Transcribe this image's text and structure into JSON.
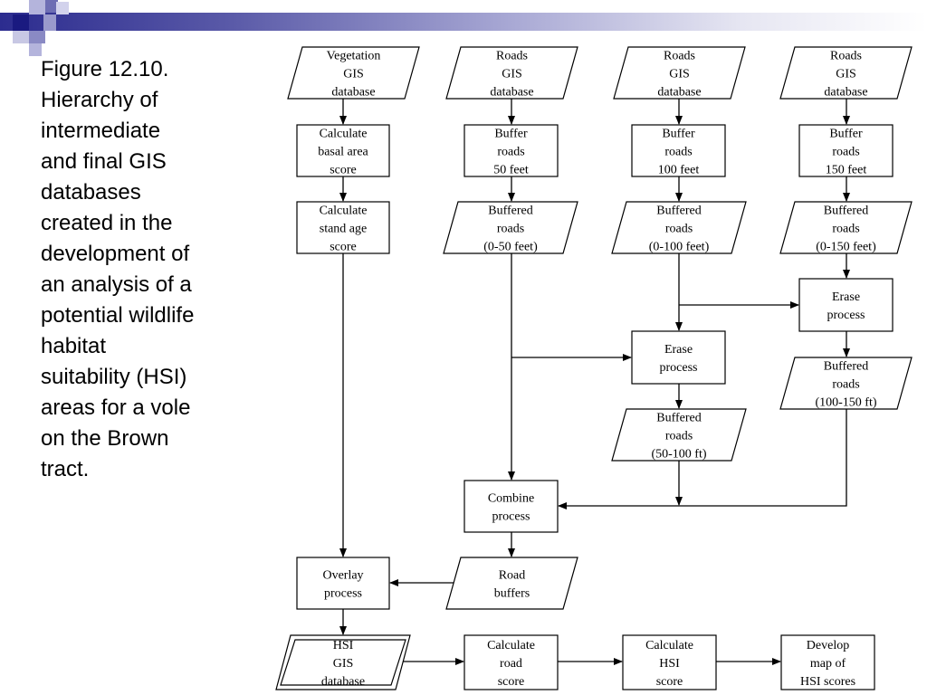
{
  "caption": "Figure 12.10. Hierarchy of intermediate and final GIS databases created in the development of an analysis of a potential wildlife habitat suitability (HSI) areas for a vole on the Brown tract.",
  "colors": {
    "bullet_dark": "#1a1a80",
    "bullet_mid": "#6e6eb4",
    "bullet_light": "#b4b4dc",
    "header_gradient_start": "#2c2c8f",
    "diagram_stroke": "#000000"
  },
  "flowchart": {
    "nodes": [
      {
        "id": "veg-db",
        "kind": "data",
        "lines": [
          "Vegetation",
          "GIS",
          "database"
        ]
      },
      {
        "id": "roads-db-1",
        "kind": "data",
        "lines": [
          "Roads",
          "GIS",
          "database"
        ]
      },
      {
        "id": "roads-db-2",
        "kind": "data",
        "lines": [
          "Roads",
          "GIS",
          "database"
        ]
      },
      {
        "id": "roads-db-3",
        "kind": "data",
        "lines": [
          "Roads",
          "GIS",
          "database"
        ]
      },
      {
        "id": "basal-area",
        "kind": "process",
        "lines": [
          "Calculate",
          "basal area",
          "score"
        ]
      },
      {
        "id": "buffer-50",
        "kind": "process",
        "lines": [
          "Buffer",
          "roads",
          "50 feet"
        ]
      },
      {
        "id": "buffer-100",
        "kind": "process",
        "lines": [
          "Buffer",
          "roads",
          "100 feet"
        ]
      },
      {
        "id": "buffer-150",
        "kind": "process",
        "lines": [
          "Buffer",
          "roads",
          "150 feet"
        ]
      },
      {
        "id": "stand-age",
        "kind": "process",
        "lines": [
          "Calculate",
          "stand age",
          "score"
        ]
      },
      {
        "id": "buffered-0-50",
        "kind": "data",
        "lines": [
          "Buffered",
          "roads",
          "(0-50 feet)"
        ]
      },
      {
        "id": "buffered-0-100",
        "kind": "data",
        "lines": [
          "Buffered",
          "roads",
          "(0-100 feet)"
        ]
      },
      {
        "id": "buffered-0-150",
        "kind": "data",
        "lines": [
          "Buffered",
          "roads",
          "(0-150 feet)"
        ]
      },
      {
        "id": "erase-right",
        "kind": "process",
        "lines": [
          "Erase",
          "process"
        ]
      },
      {
        "id": "erase-mid",
        "kind": "process",
        "lines": [
          "Erase",
          "process"
        ]
      },
      {
        "id": "buffered-100-150",
        "kind": "data",
        "lines": [
          "Buffered",
          "roads",
          "(100-150 ft)"
        ]
      },
      {
        "id": "buffered-50-100",
        "kind": "data",
        "lines": [
          "Buffered",
          "roads",
          "(50-100 ft)"
        ]
      },
      {
        "id": "combine",
        "kind": "process",
        "lines": [
          "Combine",
          "process"
        ]
      },
      {
        "id": "overlay",
        "kind": "process",
        "lines": [
          "Overlay",
          "process"
        ]
      },
      {
        "id": "road-buffers",
        "kind": "data",
        "lines": [
          "Road",
          "buffers"
        ]
      },
      {
        "id": "hsi-db",
        "kind": "data-double",
        "lines": [
          "HSI",
          "GIS",
          "database"
        ]
      },
      {
        "id": "calc-road",
        "kind": "process",
        "lines": [
          "Calculate",
          "road",
          "score"
        ]
      },
      {
        "id": "calc-hsi",
        "kind": "process",
        "lines": [
          "Calculate",
          "HSI",
          "score"
        ]
      },
      {
        "id": "develop-map",
        "kind": "process",
        "lines": [
          "Develop",
          "map of",
          "HSI scores"
        ]
      }
    ]
  }
}
